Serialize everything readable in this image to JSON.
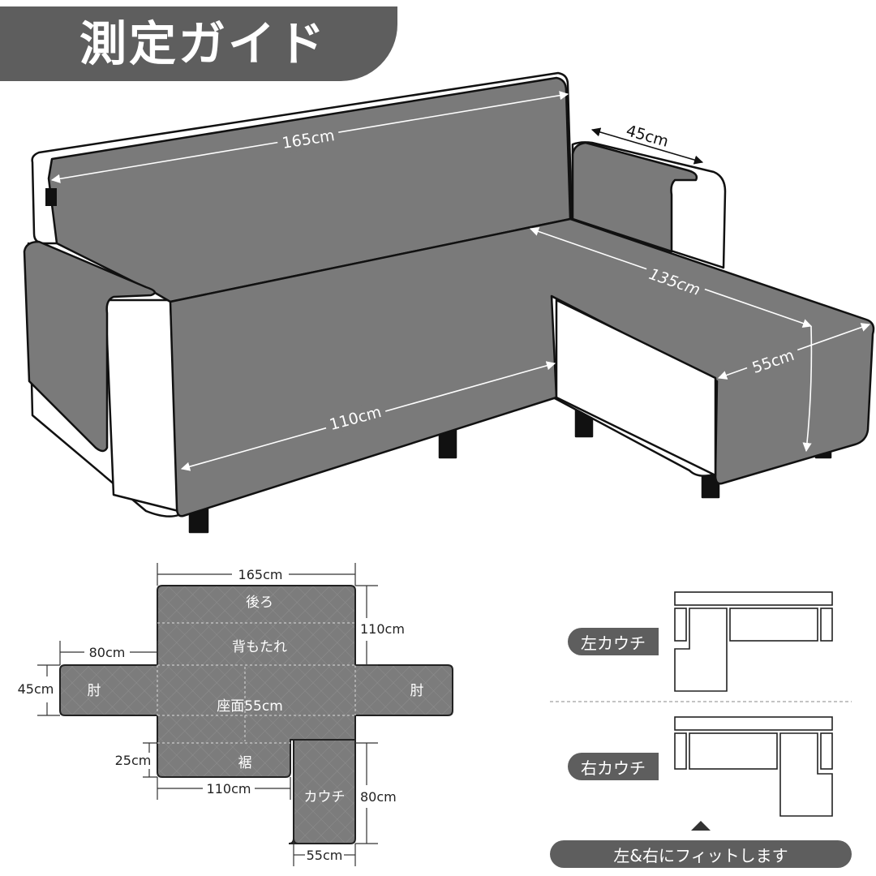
{
  "header": {
    "title": "測定ガイド"
  },
  "sofa_dimensions": {
    "back_width": "165cm",
    "arm_depth": "45cm",
    "chaise_length": "135cm",
    "chaise_width": "55cm",
    "seat_width": "110cm"
  },
  "pattern": {
    "top_width": "165cm",
    "back_label": "後ろ",
    "backrest_label": "背もたれ",
    "backrest_height": "110cm",
    "arm_length": "80cm",
    "arm_height": "45cm",
    "arm_left_label": "肘",
    "arm_right_label": "肘",
    "seat_label": "座面55cm",
    "skirt_label": "裾",
    "skirt_height": "25cm",
    "seat_width": "110cm",
    "chaise_label": "カウチ",
    "chaise_height": "80cm",
    "chaise_width": "55cm"
  },
  "options": {
    "left_chaise": "左カウチ",
    "right_chaise": "右カウチ",
    "fit_note": "左&右にフィットします"
  },
  "colors": {
    "cover": "#7a7a7a",
    "cover_dark": "#5e5e5e",
    "frame": "#ffffff",
    "outline": "#111111"
  }
}
